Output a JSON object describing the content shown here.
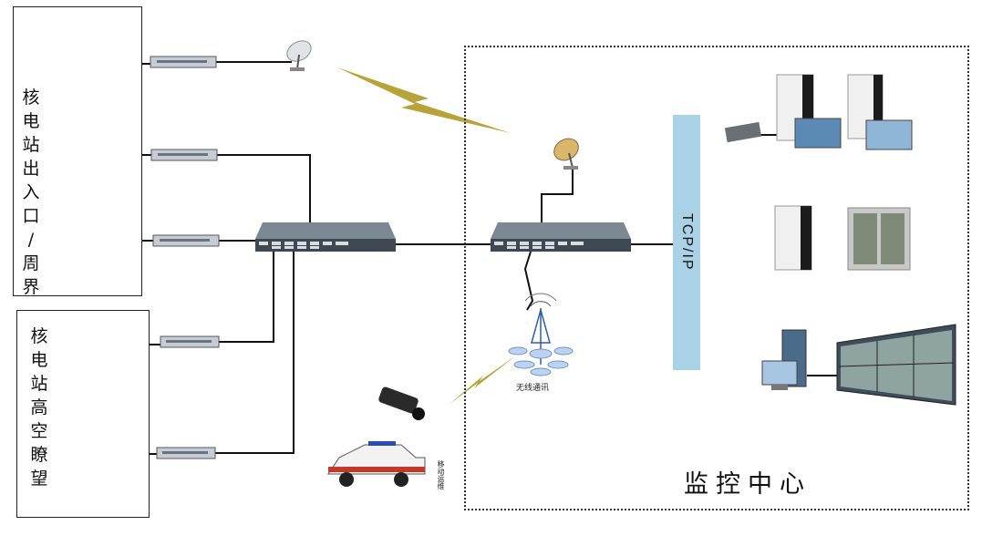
{
  "groups": {
    "entrance": {
      "label": "核电站出入口/周界",
      "chars": [
        "核",
        "电",
        "站",
        "出",
        "入",
        "口",
        "/",
        "周",
        "界"
      ]
    },
    "lookout": {
      "label": "核电站高空瞭望",
      "chars": [
        "核",
        "电",
        "站",
        "高",
        "空",
        "瞭",
        "望"
      ]
    }
  },
  "labels": {
    "tcp_ip": "TCP/IP",
    "wireless": "无线通讯",
    "mobile": "移动运维",
    "center": "监控中心"
  },
  "colors": {
    "tcp_bar": "#a9d2e6",
    "lightning": "#b8a23a",
    "switch": "#4a5560",
    "line": "#111111"
  }
}
